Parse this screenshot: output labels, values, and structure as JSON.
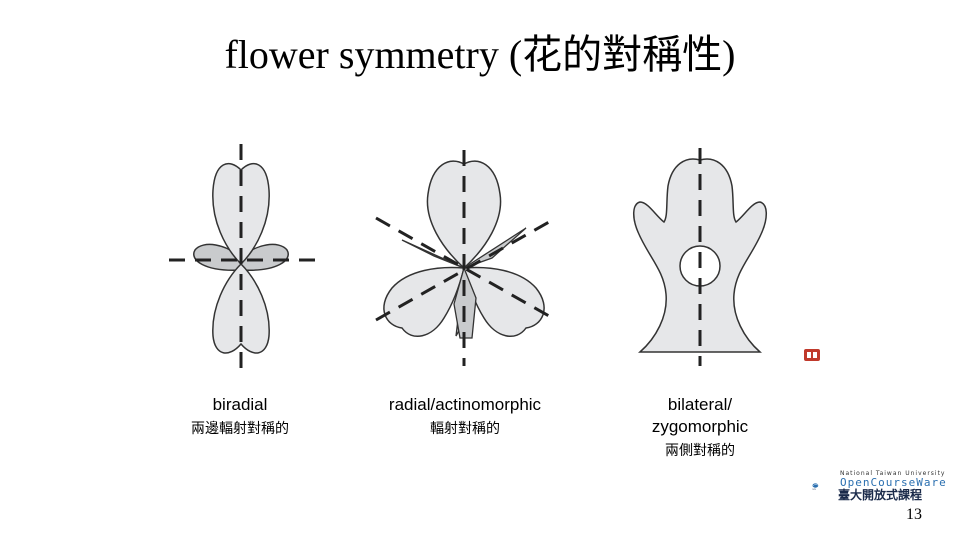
{
  "title": "flower symmetry (花的對稱性)",
  "diagrams": [
    {
      "name": "biradial",
      "label_en": "biradial",
      "label_zh": "兩邊輻射對稱的"
    },
    {
      "name": "radial",
      "label_en": "radial/actinomorphic",
      "label_zh": "輻射對稱的"
    },
    {
      "name": "bilateral",
      "label_en_line1": "bilateral/",
      "label_en_line2": "zygomorphic",
      "label_zh": "兩側對稱的"
    }
  ],
  "logo": {
    "sub": "National Taiwan University",
    "main": "OpenCourseWare",
    "zh": "臺大開放式課程",
    "icon": "ntu-ocw-logo-icon"
  },
  "cc_icon": "creative-commons-icon",
  "slide_number": "13",
  "colors": {
    "petal_fill": "#e6e7e9",
    "petal_dark": "#c8cacc",
    "stroke": "#333333",
    "axis": "#222222"
  }
}
